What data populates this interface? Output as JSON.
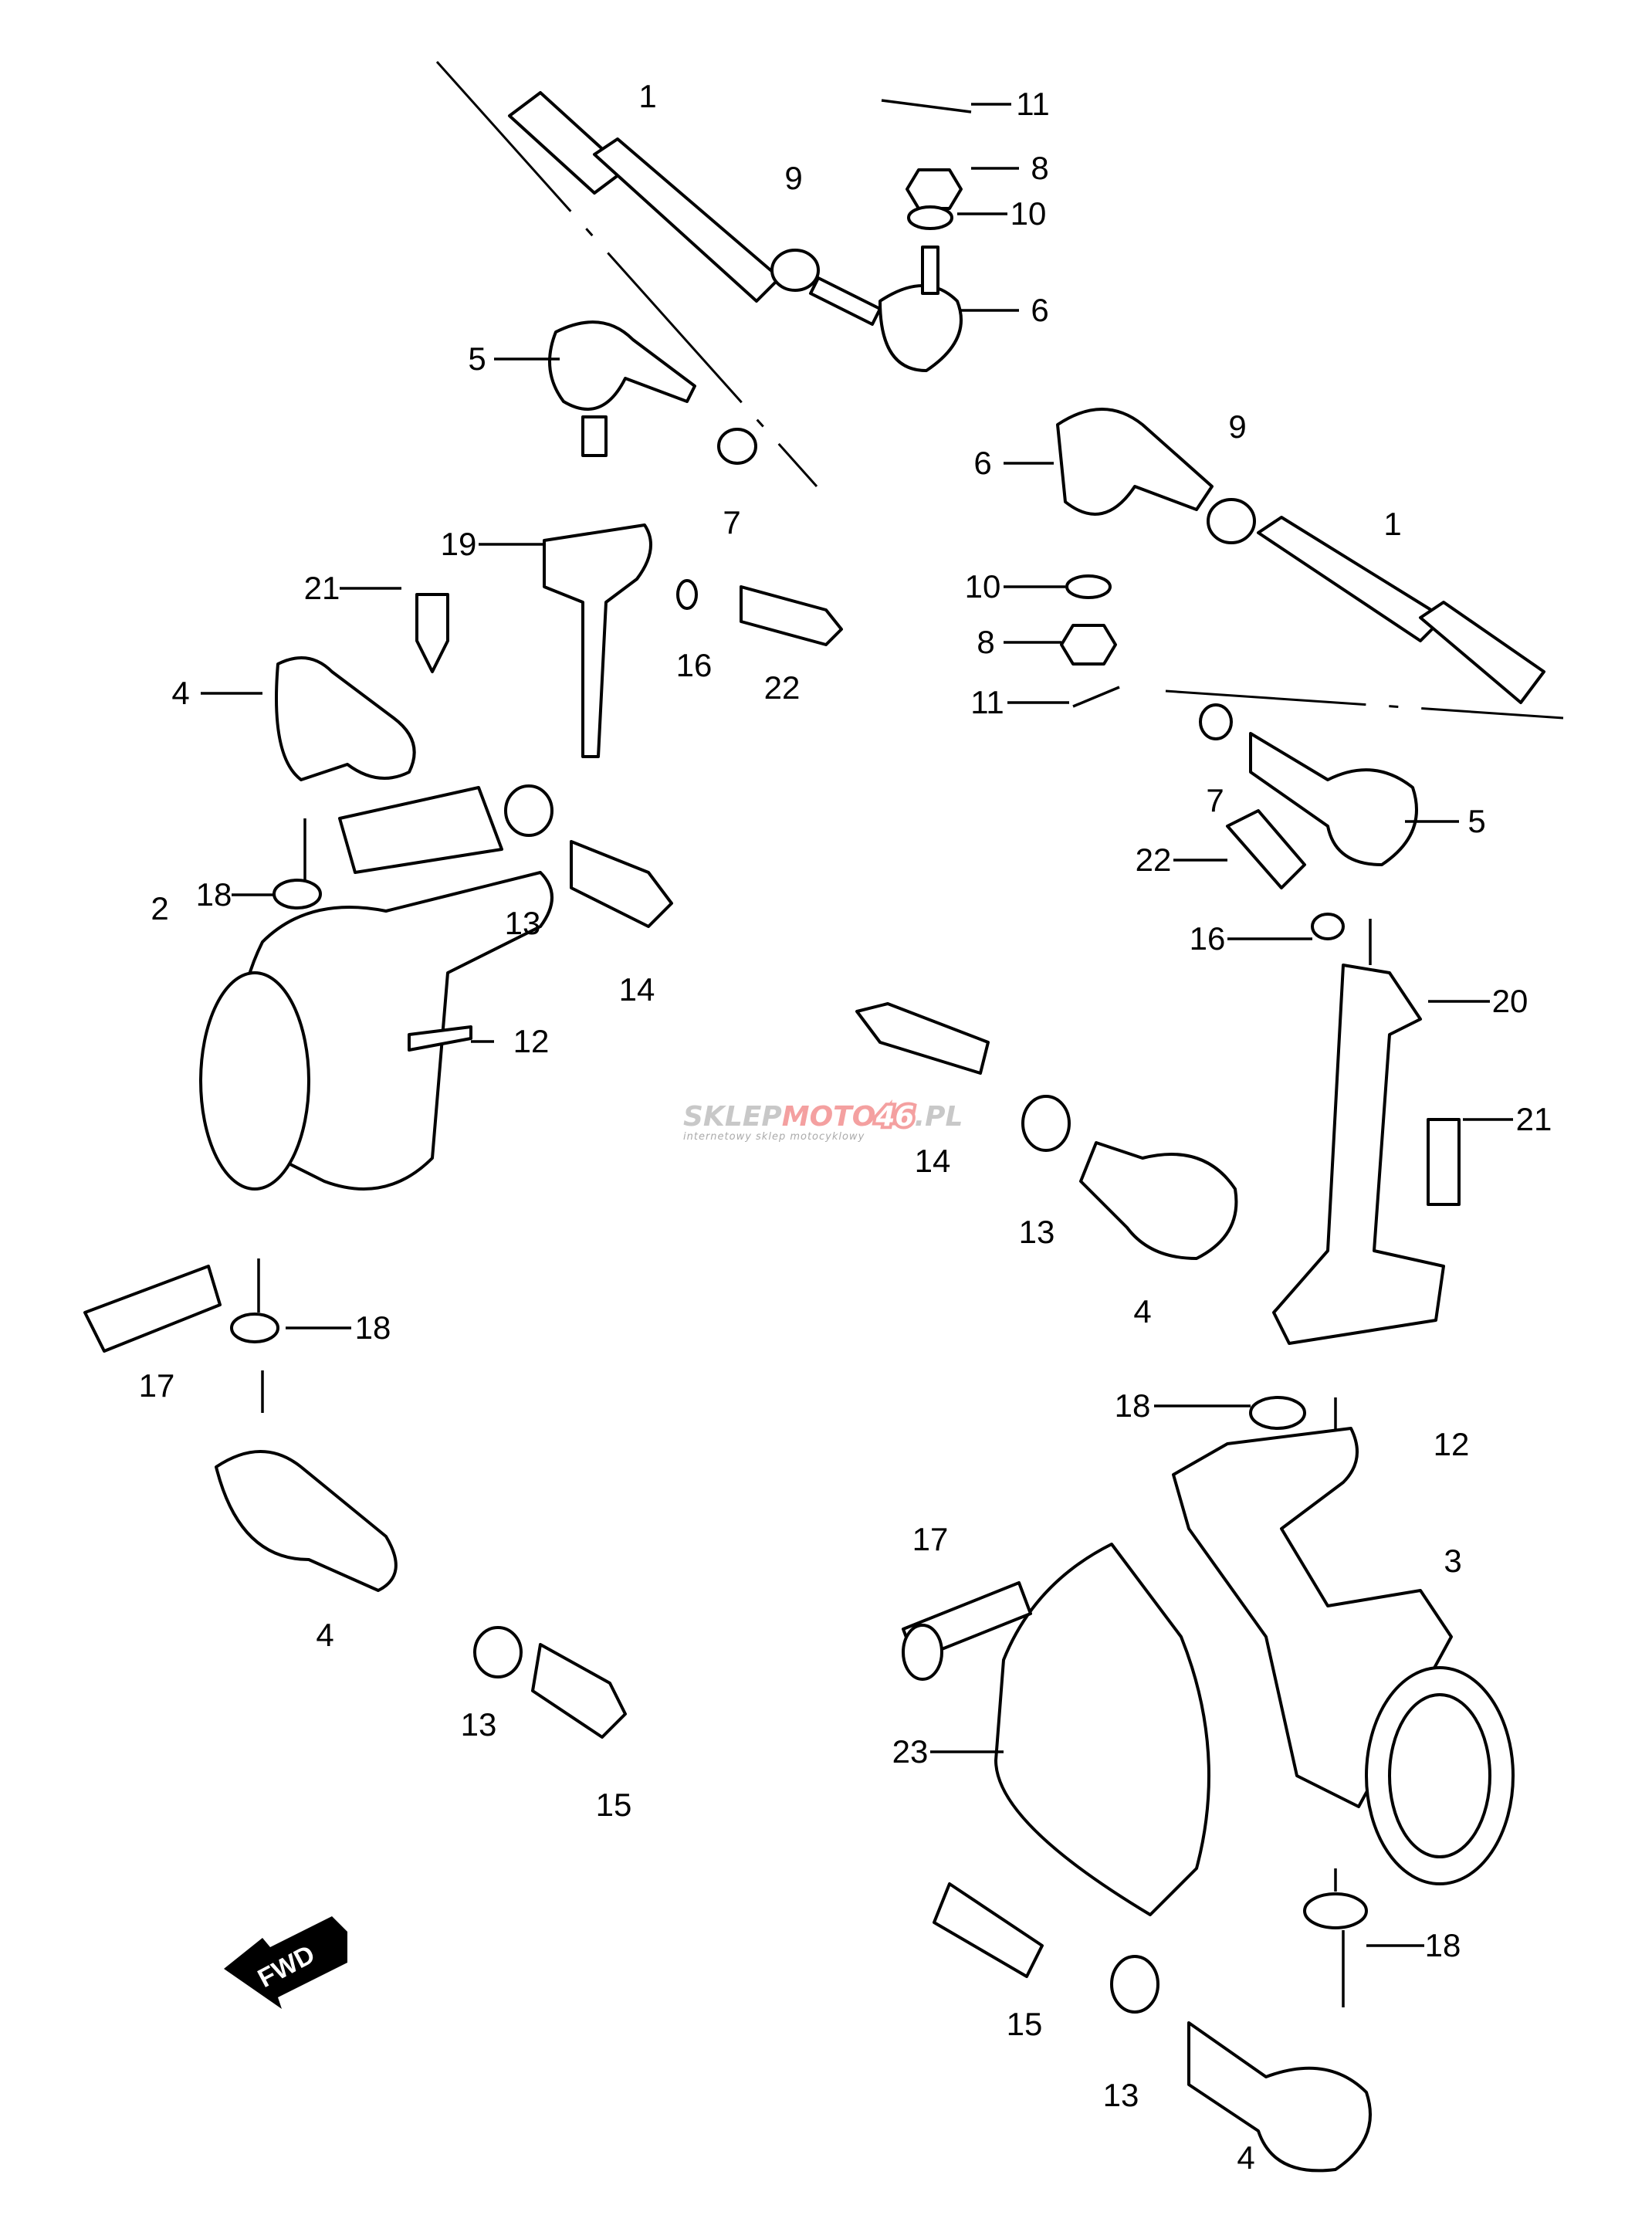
{
  "diagram": {
    "type": "exploded parts diagram",
    "direction_marker": "FWD",
    "watermark": {
      "brand_a": "SKLEP",
      "brand_b": "MOTO",
      "brand_c": "46",
      "brand_d": ".PL",
      "tagline": "internetowy sklep motocyklowy"
    },
    "colors": {
      "line": "#000000",
      "watermark_gray": "#c8c8c8",
      "watermark_red": "#f4a0a0"
    },
    "callouts": [
      {
        "n": "1"
      },
      {
        "n": "11"
      },
      {
        "n": "8"
      },
      {
        "n": "10"
      },
      {
        "n": "9"
      },
      {
        "n": "6"
      },
      {
        "n": "5"
      },
      {
        "n": "7"
      },
      {
        "n": "19"
      },
      {
        "n": "21"
      },
      {
        "n": "16"
      },
      {
        "n": "22"
      },
      {
        "n": "4"
      },
      {
        "n": "18"
      },
      {
        "n": "13"
      },
      {
        "n": "14"
      },
      {
        "n": "2"
      },
      {
        "n": "12"
      },
      {
        "n": "17"
      },
      {
        "n": "18"
      },
      {
        "n": "4"
      },
      {
        "n": "13"
      },
      {
        "n": "15"
      },
      {
        "n": "6"
      },
      {
        "n": "9"
      },
      {
        "n": "1"
      },
      {
        "n": "10"
      },
      {
        "n": "8"
      },
      {
        "n": "11"
      },
      {
        "n": "7"
      },
      {
        "n": "5"
      },
      {
        "n": "22"
      },
      {
        "n": "16"
      },
      {
        "n": "20"
      },
      {
        "n": "21"
      },
      {
        "n": "14"
      },
      {
        "n": "13"
      },
      {
        "n": "4"
      },
      {
        "n": "18"
      },
      {
        "n": "12"
      },
      {
        "n": "3"
      },
      {
        "n": "17"
      },
      {
        "n": "23"
      },
      {
        "n": "18"
      },
      {
        "n": "15"
      },
      {
        "n": "13"
      },
      {
        "n": "4"
      }
    ]
  }
}
